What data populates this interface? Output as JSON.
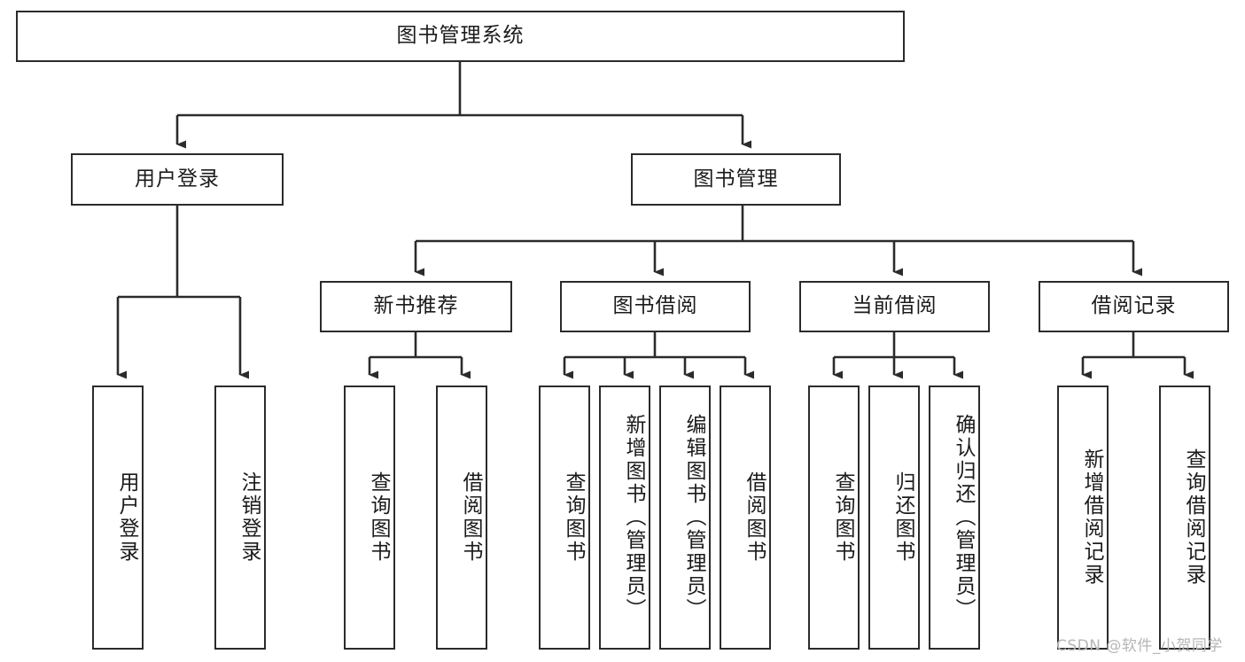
{
  "diagram": {
    "title_node": {
      "label": "图书管理系统"
    },
    "level1": [
      {
        "label": "用户登录"
      },
      {
        "label": "图书管理"
      }
    ],
    "level2": [
      {
        "label": "新书推荐"
      },
      {
        "label": "图书借阅"
      },
      {
        "label": "当前借阅"
      },
      {
        "label": "借阅记录"
      }
    ],
    "leaves": {
      "user_login": [
        {
          "label": "用户登录"
        },
        {
          "label": "注销登录"
        }
      ],
      "new_book_recommend": [
        {
          "label": "查询图书"
        },
        {
          "label": "借阅图书"
        }
      ],
      "book_borrow": [
        {
          "label": "查询图书"
        },
        {
          "label": "新增图书（管理员）"
        },
        {
          "label": "编辑图书（管理员）"
        },
        {
          "label": "借阅图书"
        }
      ],
      "current_borrow": [
        {
          "label": "查询图书"
        },
        {
          "label": "归还图书"
        },
        {
          "label": "确认归还（管理员）"
        }
      ],
      "borrow_record": [
        {
          "label": "新增借阅记录"
        },
        {
          "label": "查询借阅记录"
        }
      ]
    }
  },
  "watermark": {
    "text": "CSDN @软件_小贺同学"
  },
  "colors": {
    "line": "#2b2b2b",
    "background": "#ffffff",
    "text": "#1b1b1b",
    "watermark": "#b6b6b6"
  }
}
